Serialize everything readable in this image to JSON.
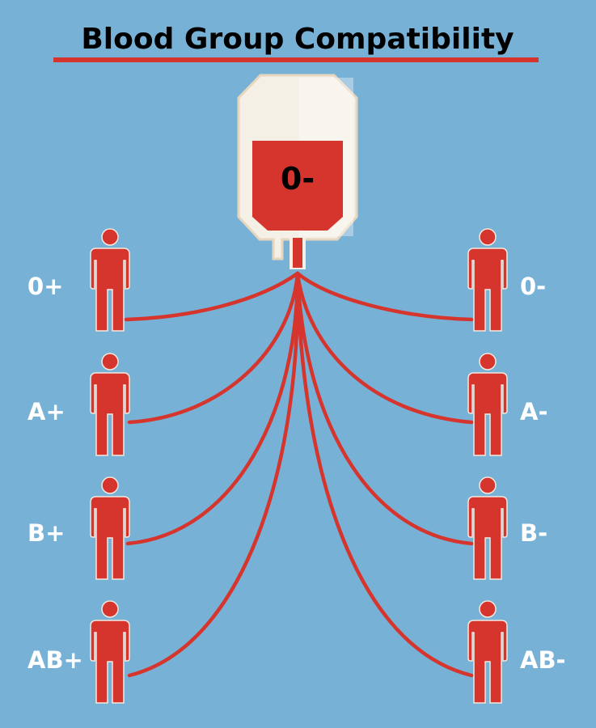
{
  "title": "Blood Group Compatibility",
  "donor": {
    "group": "0-"
  },
  "recipients": {
    "left": [
      "0+",
      "A+",
      "B+",
      "AB+"
    ],
    "right": [
      "0-",
      "A-",
      "B-",
      "AB-"
    ]
  },
  "colors": {
    "background": "#78b1d6",
    "blood": "#d6352d",
    "bag": "#f5f0e6",
    "bag_outline": "#e6d6bd",
    "person_outline": "#f3e8de",
    "label_text": "#ffffff",
    "title_text": "#000000",
    "title_underline": "#d6352d"
  },
  "icons": {
    "donor": "blood-bag-icon",
    "recipient": "person-icon"
  }
}
